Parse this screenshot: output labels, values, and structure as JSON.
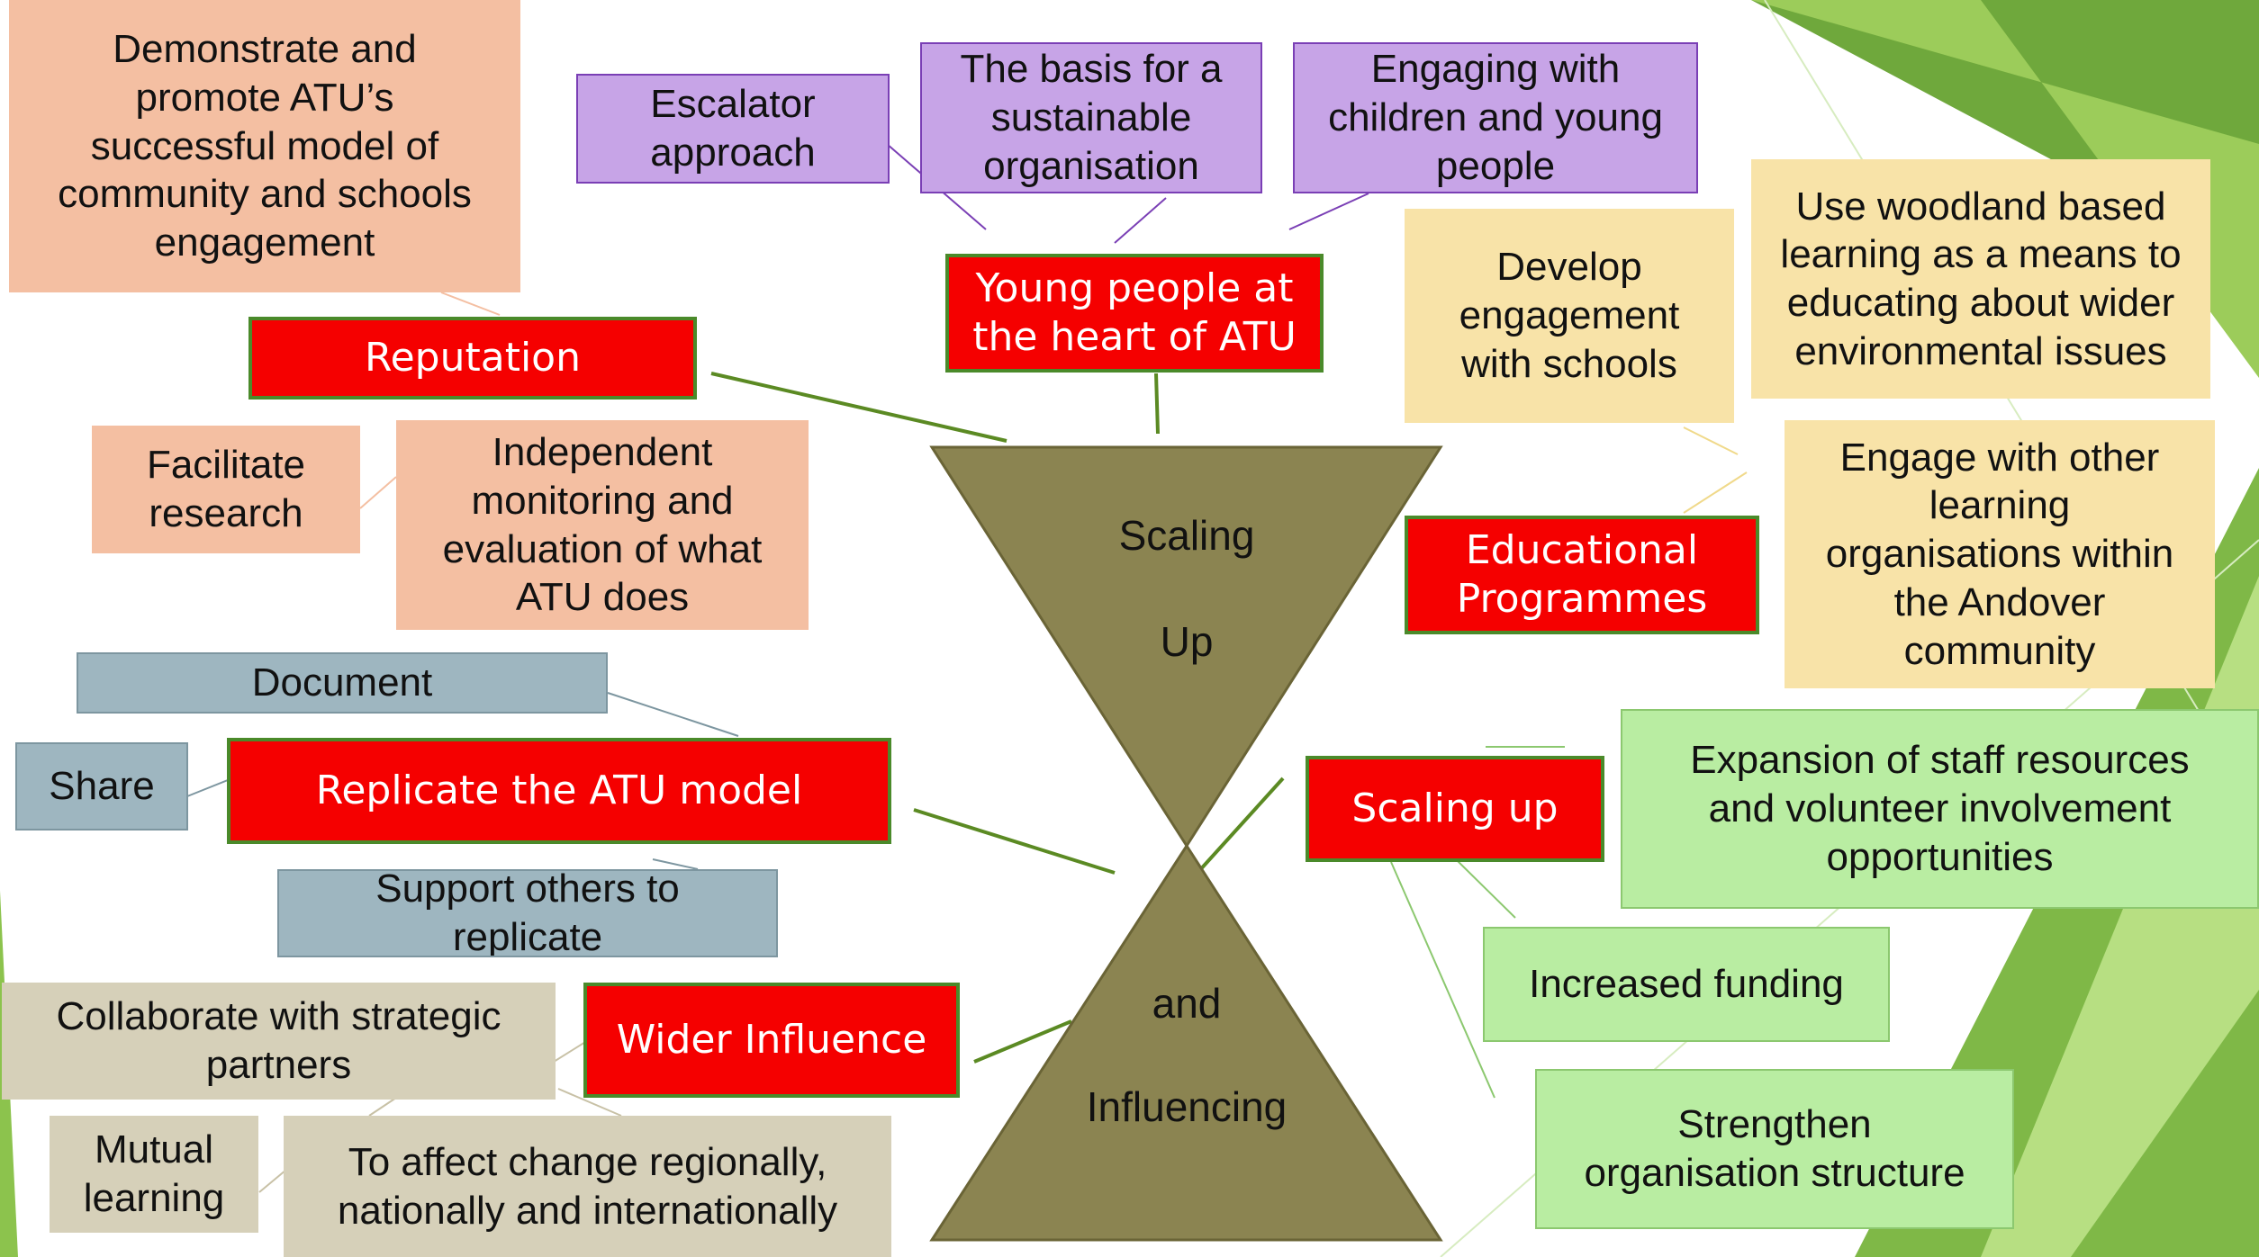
{
  "colors": {
    "hourglass": "#8b8451",
    "category_fill": "#f50000",
    "category_border": "#4a8a2a",
    "connector": "#5b8a23",
    "background_green_dark": "#6ea83a",
    "background_green_light": "#a9d86d"
  },
  "hourglass": {
    "top": [
      "Scaling",
      "Up"
    ],
    "bottom": [
      "and",
      "Influencing"
    ]
  },
  "categories": {
    "young_people": "Young people at\nthe heart of ATU",
    "reputation": "Reputation",
    "educational": "Educational\nProgrammes",
    "replicate": "Replicate the ATU model",
    "scaling_up": "Scaling up",
    "wider_influence": "Wider Influence"
  },
  "reputation_items": {
    "demonstrate": "Demonstrate and\npromote ATU’s\nsuccessful model of\ncommunity and schools\nengagement",
    "facilitate": "Facilitate\nresearch",
    "independent": "Independent\nmonitoring and\nevaluation of what\nATU does"
  },
  "young_people_items": {
    "escalator": "Escalator\napproach",
    "basis": "The basis for a\nsustainable\norganisation",
    "engaging": "Engaging with\nchildren and young\npeople"
  },
  "educational_items": {
    "develop": "Develop\nengagement\nwith schools",
    "woodland": "Use woodland based\nlearning as a means to\neducating about wider\nenvironmental issues",
    "engage_other": "Engage with other\nlearning\norganisations within\nthe Andover\ncommunity"
  },
  "replicate_items": {
    "document": "Document",
    "share": "Share",
    "support": "Support others to\nreplicate"
  },
  "scaling_items": {
    "expansion": "Expansion of staff resources\nand volunteer involvement\nopportunities",
    "funding": "Increased funding",
    "strengthen": "Strengthen\norganisation structure"
  },
  "influence_items": {
    "collaborate": "Collaborate with strategic\npartners",
    "mutual": "Mutual\nlearning",
    "affect": "To affect change regionally,\nnationally and internationally"
  }
}
